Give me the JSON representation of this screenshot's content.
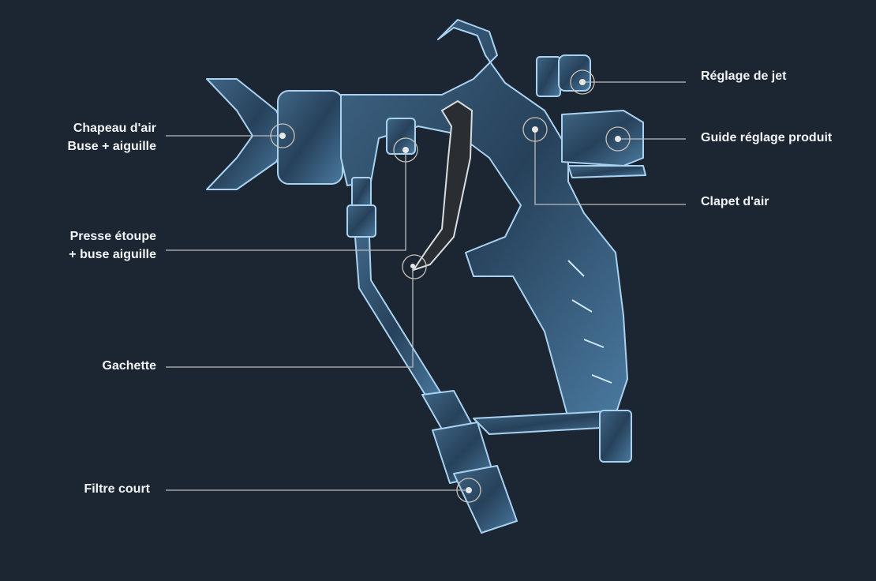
{
  "title": "Pistolet airless - nomenclature",
  "colors": {
    "background": "#1c2632",
    "leader": "#b8bcc0",
    "label": "#f2f4f6",
    "metal": "#8fbde0"
  },
  "labels_left": [
    {
      "id": "chapeau",
      "line1": "Chapeau d'air",
      "line2": "Buse + aiguille"
    },
    {
      "id": "presse",
      "line1": "Presse étoupe",
      "line2": "+ buse aiguille"
    },
    {
      "id": "gachette",
      "line1": "Gachette"
    },
    {
      "id": "filtre",
      "line1": "Filtre court"
    }
  ],
  "labels_right": [
    {
      "id": "reglage",
      "line1": "Réglage de jet"
    },
    {
      "id": "guide",
      "line1": "Guide réglage produit"
    },
    {
      "id": "clapet",
      "line1": "Clapet d'air"
    }
  ]
}
